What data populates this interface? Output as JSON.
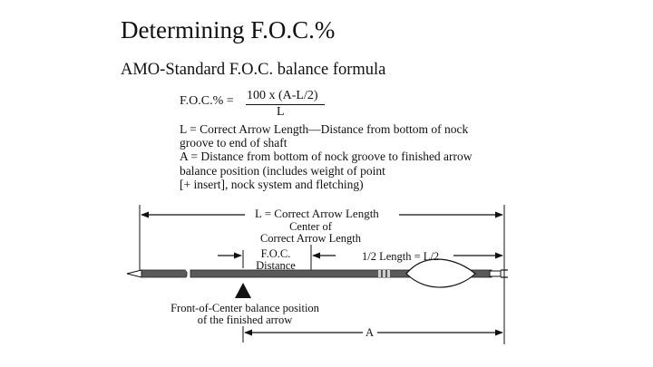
{
  "slide": {
    "title": "Determining F.O.C.%",
    "subtitle": "AMO-Standard F.O.C. balance formula"
  },
  "formula": {
    "lhs": "F.O.C.% =",
    "numerator": "100 x (A-L/2)",
    "denominator": "L"
  },
  "definitions": [
    "L = Correct Arrow Length—Distance from bottom of nock",
    "groove to end of shaft",
    "A = Distance from bottom of nock groove to finished arrow",
    "balance position (includes weight of point",
    "[+ insert], nock system and fletching)"
  ],
  "diagram": {
    "length_label": "L = Correct Arrow Length",
    "center_label_line1": "Center of",
    "center_label_line2": "Correct Arrow Length",
    "foc_label_line1": "F.O.C.",
    "foc_label_line2": "Distance",
    "half_label": "1/2 Length = L/2",
    "balance_label_line1": "Front-of-Center balance position",
    "balance_label_line2": "of the finished arrow",
    "a_label": "A"
  }
}
